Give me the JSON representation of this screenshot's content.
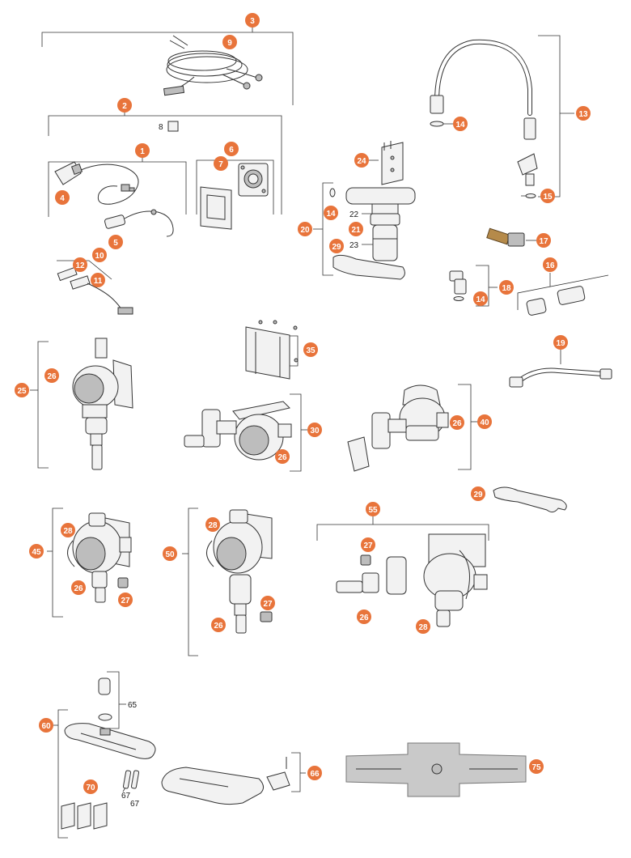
{
  "callouts": [
    {
      "id": "c3",
      "label": "3"
    },
    {
      "id": "c9",
      "label": "9"
    },
    {
      "id": "c2",
      "label": "2"
    },
    {
      "id": "c1",
      "label": "1"
    },
    {
      "id": "c4",
      "label": "4"
    },
    {
      "id": "c5",
      "label": "5"
    },
    {
      "id": "c6",
      "label": "6"
    },
    {
      "id": "c7",
      "label": "7"
    },
    {
      "id": "c10",
      "label": "10"
    },
    {
      "id": "c12",
      "label": "12"
    },
    {
      "id": "c11",
      "label": "11"
    },
    {
      "id": "c13",
      "label": "13"
    },
    {
      "id": "c14a",
      "label": "14"
    },
    {
      "id": "c15",
      "label": "15"
    },
    {
      "id": "c24",
      "label": "24"
    },
    {
      "id": "c14b",
      "label": "14"
    },
    {
      "id": "c20",
      "label": "20"
    },
    {
      "id": "c21",
      "label": "21"
    },
    {
      "id": "c29a",
      "label": "29"
    },
    {
      "id": "c17",
      "label": "17"
    },
    {
      "id": "c16",
      "label": "16"
    },
    {
      "id": "c18",
      "label": "18"
    },
    {
      "id": "c14c",
      "label": "14"
    },
    {
      "id": "c19",
      "label": "19"
    },
    {
      "id": "c35",
      "label": "35"
    },
    {
      "id": "c25",
      "label": "25"
    },
    {
      "id": "c26a",
      "label": "26"
    },
    {
      "id": "c30",
      "label": "30"
    },
    {
      "id": "c26b",
      "label": "26"
    },
    {
      "id": "c40",
      "label": "40"
    },
    {
      "id": "c26c",
      "label": "26"
    },
    {
      "id": "c29b",
      "label": "29"
    },
    {
      "id": "c45",
      "label": "45"
    },
    {
      "id": "c28a",
      "label": "28"
    },
    {
      "id": "c26d",
      "label": "26"
    },
    {
      "id": "c27a",
      "label": "27"
    },
    {
      "id": "c50",
      "label": "50"
    },
    {
      "id": "c28b",
      "label": "28"
    },
    {
      "id": "c27b",
      "label": "27"
    },
    {
      "id": "c26e",
      "label": "26"
    },
    {
      "id": "c55",
      "label": "55"
    },
    {
      "id": "c27c",
      "label": "27"
    },
    {
      "id": "c26f",
      "label": "26"
    },
    {
      "id": "c28c",
      "label": "28"
    },
    {
      "id": "c60",
      "label": "60"
    },
    {
      "id": "c70",
      "label": "70"
    },
    {
      "id": "c66",
      "label": "66"
    },
    {
      "id": "c75",
      "label": "75"
    }
  ],
  "plain_labels": [
    {
      "id": "l8",
      "label": "8"
    },
    {
      "id": "l22",
      "label": "22"
    },
    {
      "id": "l23",
      "label": "23"
    },
    {
      "id": "l65",
      "label": "65"
    },
    {
      "id": "l67a",
      "label": "67"
    },
    {
      "id": "l67b",
      "label": "67"
    }
  ],
  "colors": {
    "callout": "#e8743b",
    "callout_text": "#ffffff",
    "line": "#333333",
    "background": "#ffffff"
  }
}
